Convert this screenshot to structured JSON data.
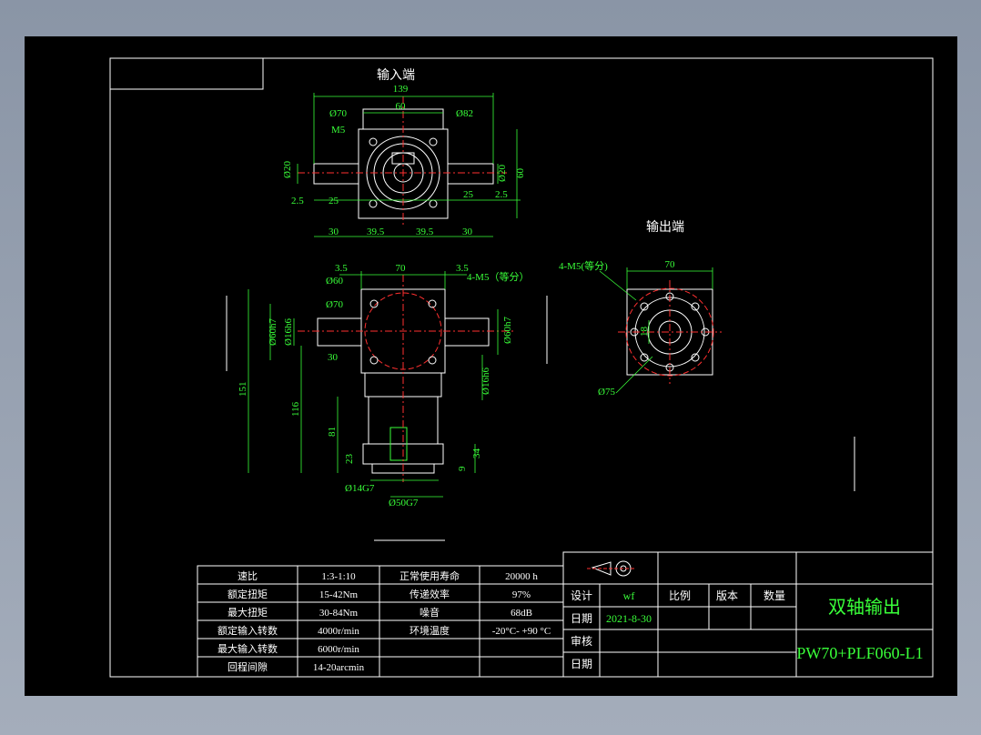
{
  "views": {
    "input_title": "输入端",
    "output_title": "输出端"
  },
  "dims": {
    "top": {
      "w139": "139",
      "w60": "60",
      "d70": "Ø70",
      "d82": "Ø82",
      "m5": "M5",
      "d20l": "Ø20",
      "d20r": "Ø20",
      "h60": "60",
      "l25": "25",
      "l2_5": "2.5",
      "r25": "25",
      "r2_5": "2.5",
      "b30l": "30",
      "b39_5l": "39.5",
      "b39_5r": "39.5",
      "b30r": "30"
    },
    "front": {
      "l3_5": "3.5",
      "w70": "70",
      "r3_5": "3.5",
      "d60": "Ø60",
      "d70": "Ø70",
      "m5": "4-M5（等分）",
      "d60h7l": "Ø60h7",
      "d16h6l": "Ø16h6",
      "d60h7r": "Ø60h7",
      "d16h6r": "Ø16h6",
      "h30": "30",
      "h151": "151",
      "h116": "116",
      "h81": "81",
      "h23": "23",
      "h34": "34",
      "h9": "9",
      "d14g7": "Ø14G7",
      "d50g7": "Ø50G7"
    },
    "side": {
      "m5": "4-M5(等分)",
      "w70": "70",
      "h18": "18",
      "d75": "Ø75"
    }
  },
  "spec_table": {
    "rows": [
      [
        "速比",
        "1:3-1:10",
        "正常使用寿命",
        "20000 h"
      ],
      [
        "额定扭矩",
        "15-42Nm",
        "传递效率",
        "97%"
      ],
      [
        "最大扭矩",
        "30-84Nm",
        "噪音",
        "68dB"
      ],
      [
        "额定输入转数",
        "4000r/min",
        "环境温度",
        "-20°C- +90 °C"
      ],
      [
        "最大输入转数",
        "6000r/min",
        "",
        ""
      ],
      [
        "回程间隙",
        "14-20arcmin",
        "",
        ""
      ]
    ]
  },
  "title_block": {
    "design_label": "设计",
    "designer": "wf",
    "date_label": "日期",
    "date": "2021-8-30",
    "review_label": "审核",
    "date_label2": "日期",
    "scale_label": "比例",
    "version_label": "版本",
    "qty_label": "数量",
    "product_name": "双轴输出",
    "model": "PW70+PLF060-L1"
  },
  "colors": {
    "background": "#000000",
    "outline": "#ffffff",
    "dimension": "#39ff39",
    "centerline": "#ff3030",
    "title_text": "#39ff39"
  }
}
